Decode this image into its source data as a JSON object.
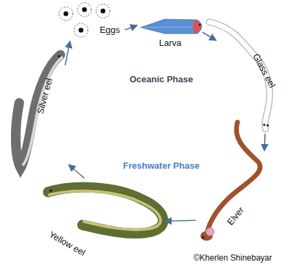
{
  "diagram": {
    "nodes": [
      {
        "text": [
          "Eggs"
        ]
      },
      {
        "text": [
          "Larva"
        ]
      },
      {
        "text": [
          "Glass eel"
        ]
      },
      {
        "text": [
          "Elver"
        ]
      },
      {
        "text": [
          "Yellow eel"
        ]
      },
      {
        "text": [
          "Silver eel"
        ]
      }
    ],
    "edges": [
      {
        "from": 0,
        "to": 1,
        "arrow": "to"
      },
      {
        "from": 1,
        "to": 2,
        "arrow": "to"
      },
      {
        "from": 2,
        "to": 3,
        "arrow": "to"
      },
      {
        "from": 3,
        "to": 4,
        "arrow": "to"
      },
      {
        "from": 4,
        "to": 5,
        "arrow": "to"
      },
      {
        "from": 5,
        "to": 0,
        "arrow": "to"
      }
    ],
    "labels": [
      "Oceanic Phase",
      "Freshwater Phase",
      "©Kherlen Shinebayar"
    ]
  }
}
